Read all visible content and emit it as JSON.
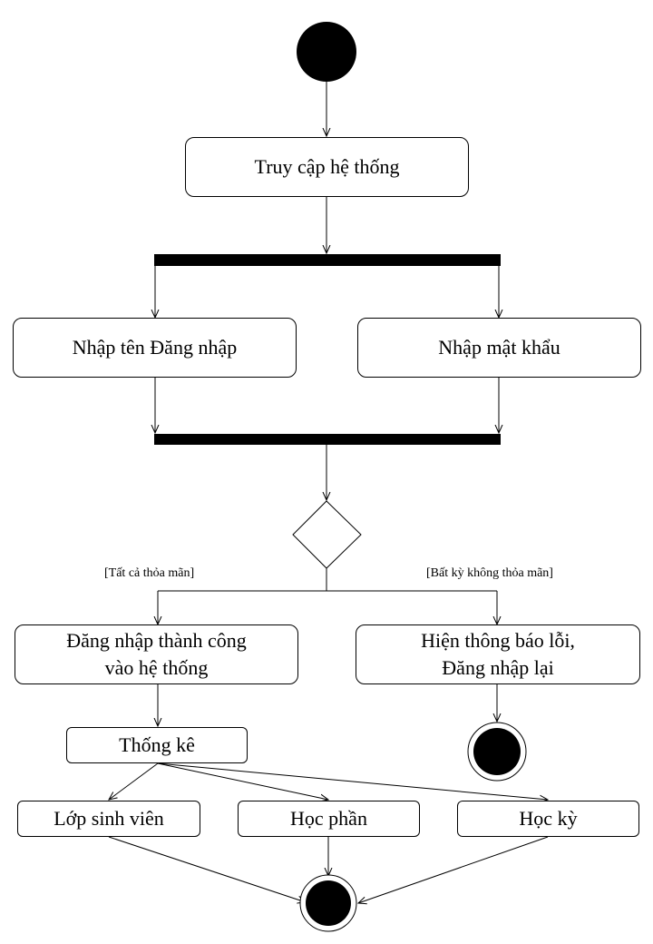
{
  "activities": {
    "access": "Truy cập hệ thống",
    "enter_username": "Nhập tên Đăng nhập",
    "enter_password": "Nhập mật khẩu",
    "login_success": "Đăng nhập thành công\nvào hệ thống",
    "login_error": "Hiện thông báo lỗi,\nĐăng nhập lại",
    "statistics": "Thống kê",
    "student_class": "Lớp sinh viên",
    "course": "Học phần",
    "semester": "Học kỳ"
  },
  "guards": {
    "all_satisfied": "[Tất cả thỏa mãn]",
    "any_not_satisfied": "[Bất kỳ không thỏa mãn]"
  }
}
